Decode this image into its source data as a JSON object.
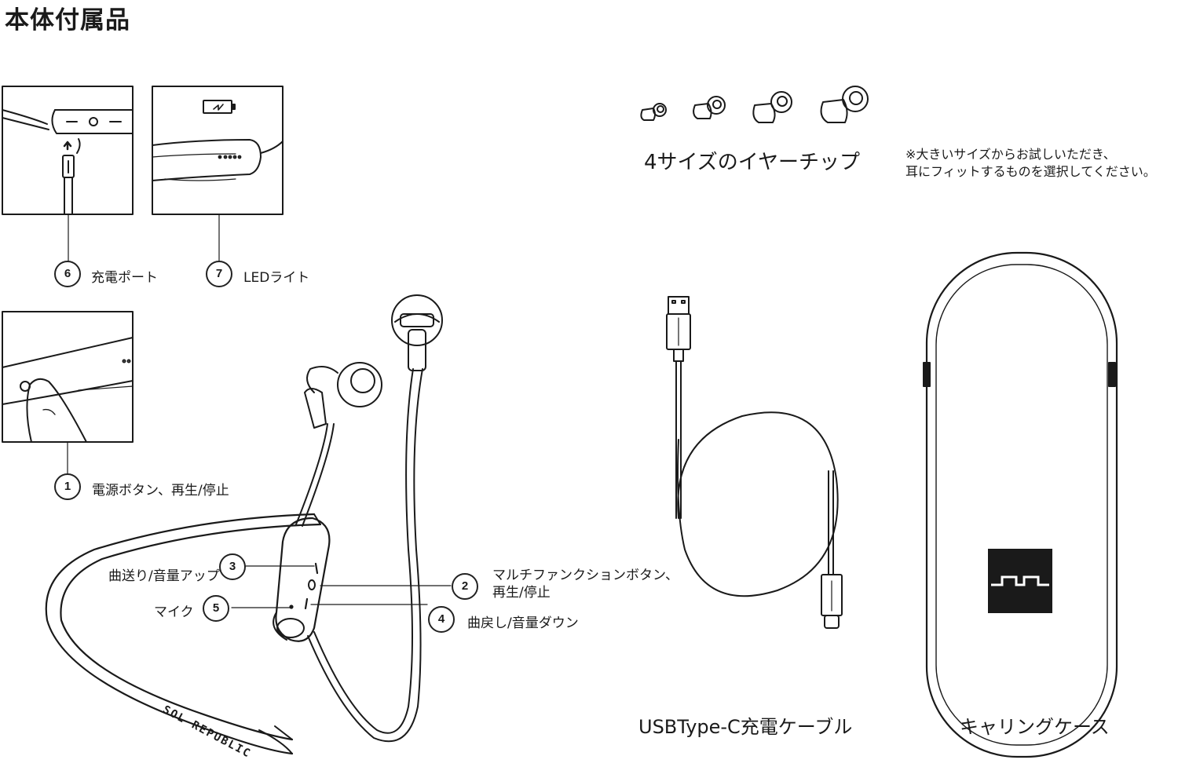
{
  "title": "本体付属品",
  "callouts": {
    "c1": {
      "num": "1",
      "label": "電源ボタン、再生/停止"
    },
    "c2": {
      "num": "2",
      "label": "マルチファンクションボタン、\n再生/停止"
    },
    "c3": {
      "num": "3",
      "label": "曲送り/音量アップ"
    },
    "c4": {
      "num": "4",
      "label": "曲戻し/音量ダウン"
    },
    "c5": {
      "num": "5",
      "label": "マイク"
    },
    "c6": {
      "num": "6",
      "label": "充電ポート"
    },
    "c7": {
      "num": "7",
      "label": "LEDライト"
    }
  },
  "eartips": {
    "caption": "4サイズのイヤーチップ",
    "note": "※大きいサイズからお試しいただき、\n耳にフィットするものを選択してください。"
  },
  "cable": {
    "caption": "USBType-C充電ケーブル"
  },
  "case": {
    "caption": "キャリングケース"
  },
  "brand": {
    "text": "SOL REPUBLIC"
  },
  "colors": {
    "line": "#1a1a1a",
    "background": "#ffffff"
  }
}
